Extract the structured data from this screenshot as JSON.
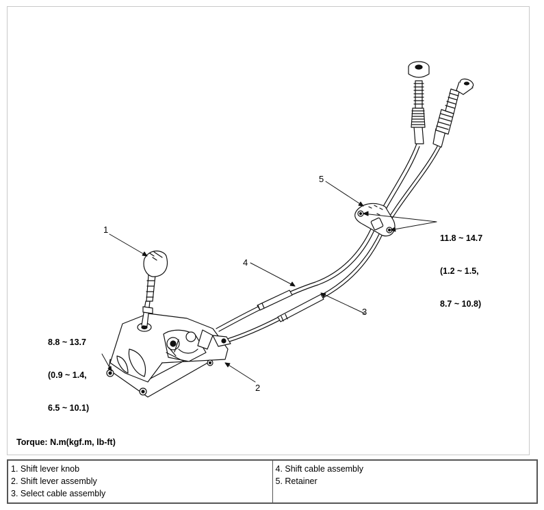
{
  "callouts": {
    "c1": "1",
    "c2": "2",
    "c3": "3",
    "c4": "4",
    "c5": "5"
  },
  "torques": {
    "retainer": [
      "11.8 ~ 14.7",
      "(1.2 ~ 1.5,",
      "8.7 ~ 10.8)"
    ],
    "lever": [
      "8.8 ~ 13.7",
      "(0.9 ~ 1.4,",
      "6.5 ~ 10.1)"
    ]
  },
  "torque_note": "Torque: N.m(kgf.m, lb-ft)",
  "legend": {
    "left": [
      "1. Shift lever knob",
      "2. Shift lever assembly",
      "3. Select cable assembly"
    ],
    "right": [
      "4. Shift cable assembly",
      "5. Retainer"
    ]
  }
}
